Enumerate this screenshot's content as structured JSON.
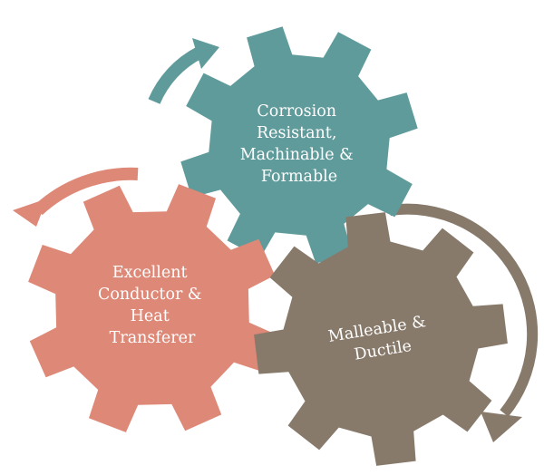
{
  "gears": [
    {
      "id": "teal",
      "color": "#5f9b9b",
      "lines": [
        "Corrosion",
        "Resistant,",
        "Machinable &",
        "Formable"
      ],
      "teeth": 8
    },
    {
      "id": "salmon",
      "color": "#de8877",
      "lines": [
        "Excellent",
        "Conductor &",
        "Heat",
        "Transferer"
      ],
      "teeth": 8
    },
    {
      "id": "taupe",
      "color": "#877a6b",
      "lines": [
        "Malleable &",
        "Ductile"
      ],
      "teeth": 8
    }
  ],
  "arrows": [
    {
      "id": "teal-arrow",
      "color": "#5f9b9b"
    },
    {
      "id": "salmon-arrow",
      "color": "#de8877"
    },
    {
      "id": "taupe-arrow",
      "color": "#877a6b"
    }
  ]
}
